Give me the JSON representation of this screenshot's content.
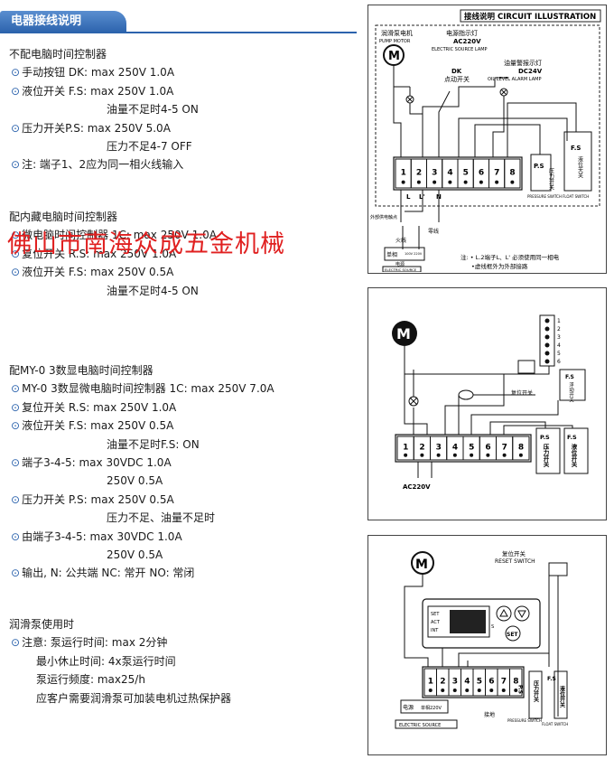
{
  "header": {
    "title": "电器接线说明"
  },
  "watermark": "佛山市南海众成五金机械",
  "sections": [
    {
      "title": "不配电脑时间控制器",
      "lines": [
        {
          "text": "手动按钮 DK:  max  250V  1.0A",
          "bullet": true
        },
        {
          "text": "液位开关 F.S:  max  250V  1.0A",
          "bullet": true
        },
        {
          "text": "油量不足时4-5 ON",
          "bullet": false,
          "indent": true
        },
        {
          "text": "压力开关P.S:  max  250V  5.0A",
          "bullet": true
        },
        {
          "text": "压力不足4-7  OFF",
          "bullet": false,
          "indent": true
        },
        {
          "text": "注:  端子1、2应为同一相火线输入",
          "bullet": true
        }
      ]
    },
    {
      "title": "配内藏电脑时间控制器",
      "lines": [
        {
          "text": "微电脑时间控制器 1C:  max  250V  1.0A",
          "bullet": true
        },
        {
          "text": "复位开关 R.S:  max  250V  1.0A",
          "bullet": true
        },
        {
          "text": "液位开关 F.S:  max  250V  0.5A",
          "bullet": true
        },
        {
          "text": "油量不足时4-5  ON",
          "bullet": false,
          "indent": true
        }
      ]
    },
    {
      "title": "配MY-0 3数显电脑时间控制器",
      "lines": [
        {
          "text": "MY-0 3数显微电脑时间控制器 1C:  max  250V  7.0A",
          "bullet": true
        },
        {
          "text": "复位开关 R.S:  max  250V  1.0A",
          "bullet": true
        },
        {
          "text": "液位开关 F.S:  max  250V  0.5A",
          "bullet": true
        },
        {
          "text": "油量不足时F.S:  ON",
          "bullet": false,
          "indent": true
        },
        {
          "text": "端子3-4-5:  max  30VDC  1.0A",
          "bullet": true
        },
        {
          "text": "250V    0.5A",
          "bullet": false,
          "indent": true
        },
        {
          "text": "压力开关 P.S:  max  250V  0.5A",
          "bullet": true
        },
        {
          "text": "压力不足、油量不足时",
          "bullet": false,
          "indent": true
        },
        {
          "text": "由端子3-4-5:  max  30VDC  1.0A",
          "bullet": true
        },
        {
          "text": "250V    0.5A",
          "bullet": false,
          "indent": true
        },
        {
          "text": "输出, N:  公共端 NC:  常开  NO:  常闭",
          "bullet": true
        }
      ]
    },
    {
      "title": "润滑泵使用时",
      "lines": [
        {
          "text": "注意:  泵运行时间:  max  2分钟",
          "bullet": true
        },
        {
          "text": "最小休止时间:  4x泵运行时间",
          "bullet": false,
          "indent": true
        },
        {
          "text": "泵运行频度:  max25/h",
          "bullet": false,
          "indent": true
        },
        {
          "text": "应客户需要润滑泵可加装电机过热保护器",
          "bullet": false,
          "indent": true
        }
      ]
    }
  ],
  "diagram1": {
    "title": "接线说明  CIRCUIT ILLUSTRATION",
    "motor_cn": "润滑泵电机",
    "motor_en": "PUMP MOTOR",
    "power_lamp_cn": "电源指示灯",
    "power_lamp_v": "AC220V",
    "power_lamp_en": "ELECTRIC SOURCE LAMP",
    "oil_lamp_cn": "油量警报示灯",
    "oil_lamp_v": "DC24V",
    "oil_lamp_en": "OIL LEVEL ALARM LAMP",
    "dk": "DK",
    "dk_cn": "点动开关",
    "terminals": [
      "1",
      "2",
      "3",
      "4",
      "5",
      "6",
      "7",
      "8"
    ],
    "ps": "P.S",
    "ps_cn": "压力开关",
    "ps_en": "PRESSURE SWITCH",
    "fs": "F.S",
    "fs_cn": "液位天关",
    "fs_en": "FLOAT SWITCH",
    "l": "L",
    "l2": "L'",
    "n": "N",
    "ext_cn": "外部供电触点",
    "fire": "火线",
    "zero": "零线",
    "single": "单相",
    "voltage": "100V 220V",
    "power_cn": "电源",
    "power_en": "ELECTRIC SOURCE",
    "note1": "注: • L.2端子L、L' 必须使用同一相电",
    "note2": "•虚线框外为外部接路"
  },
  "diagram2": {
    "m": "M",
    "side_nums": [
      "1",
      "2",
      "3",
      "4",
      "5",
      "6"
    ],
    "rs_cn": "复位开关",
    "fs": "F.S",
    "fs_cn": "浮动开关",
    "terminals": [
      "1",
      "2",
      "3",
      "4",
      "5",
      "6",
      "7",
      "8"
    ],
    "ps2": "P.S",
    "ps2_cn": "压力开关",
    "fs2": "F.S",
    "fs2_cn": "液位开关",
    "ac": "AC220V"
  },
  "diagram3": {
    "m": "M",
    "reset_cn": "复位开关",
    "reset_en": "RESET SWITCH",
    "set": "SET",
    "act": "ACT",
    "int": "INT",
    "s": "S",
    "set_btn": "SET",
    "terminals": [
      "1",
      "2",
      "3",
      "4",
      "5",
      "6",
      "7",
      "8"
    ],
    "nc": "NC",
    "no": "NO",
    "ps": "P.S",
    "ps_cn": "压力开关",
    "ps_en": "PRESSURE SWITCH",
    "fs": "F.S",
    "fs_cn": "液位开关",
    "fs_en": "FLOAT SWITCH",
    "power_cn": "电源",
    "single": "单相220V",
    "power_en": "ELECTRIC SOURCE",
    "ground": "接地"
  },
  "colors": {
    "accent": "#2c63ad",
    "watermark": "#e02020"
  }
}
